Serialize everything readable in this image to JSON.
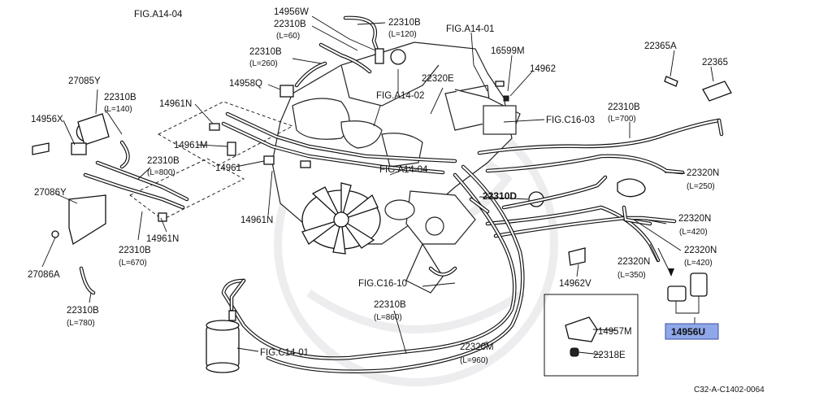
{
  "diagram": {
    "fig_labels": {
      "fig_a14_04_top": "FIG.A14-04",
      "fig_a14_01": "FIG.A14-01",
      "fig_a14_02": "FIG.A14-02",
      "fig_a14_04_mid": "FIG.A14-04",
      "fig_c16_03": "FIG.C16-03",
      "fig_c16_10": "FIG.C16-10",
      "fig_c14_01": "FIG.C14-01"
    },
    "parts": {
      "p14956W": "14956W",
      "p22310B_a": "22310B",
      "p22310B_a_len": "(L=60)",
      "p22310B_b": "22310B",
      "p22310B_b_len": "(L=120)",
      "p22310B_c": "22310B",
      "p22310B_c_len": "(L=260)",
      "p14958Q": "14958Q",
      "p16599M": "16599M",
      "p14962": "14962",
      "p22320E": "22320E",
      "p22365A": "22365A",
      "p22365": "22365",
      "p22310B_d": "22310B",
      "p22310B_d_len": "(L=700)",
      "p27085Y": "27085Y",
      "p22310B_e": "22310B",
      "p22310B_e_len": "(L=140)",
      "p14956X": "14956X",
      "p14961N_a": "14961N",
      "p14961M": "14961M",
      "p22310B_f": "22310B",
      "p22310B_f_len": "(L=800)",
      "p14961": "14961",
      "p22320N_a": "22320N",
      "p22320N_a_len": "(L=250)",
      "p27086Y": "27086Y",
      "p22310D": "22310D",
      "p14961N_b": "14961N",
      "p14961N_c": "14961N",
      "p22320N_b": "22320N",
      "p22320N_b_len": "(L=420)",
      "p22310B_g": "22310B",
      "p22310B_g_len": "(L=670)",
      "p27086A": "27086A",
      "p22320N_c": "22320N",
      "p22320N_c_len": "(L=420)",
      "p22320N_d": "22320N",
      "p22320N_d_len": "(L=350)",
      "p14962V": "14962V",
      "p22310B_h": "22310B",
      "p22310B_h_len": "(L=780)",
      "p22310B_i": "22310B",
      "p22310B_i_len": "(L=860)",
      "p14956U": "14956U",
      "p14957M": "14957M",
      "p22320M": "22320M",
      "p22320M_len": "(L=960)",
      "p22318E": "22318E"
    },
    "drawing_code": "C32-A-C1402-0064",
    "highlight_color": "#8fa8ea"
  }
}
